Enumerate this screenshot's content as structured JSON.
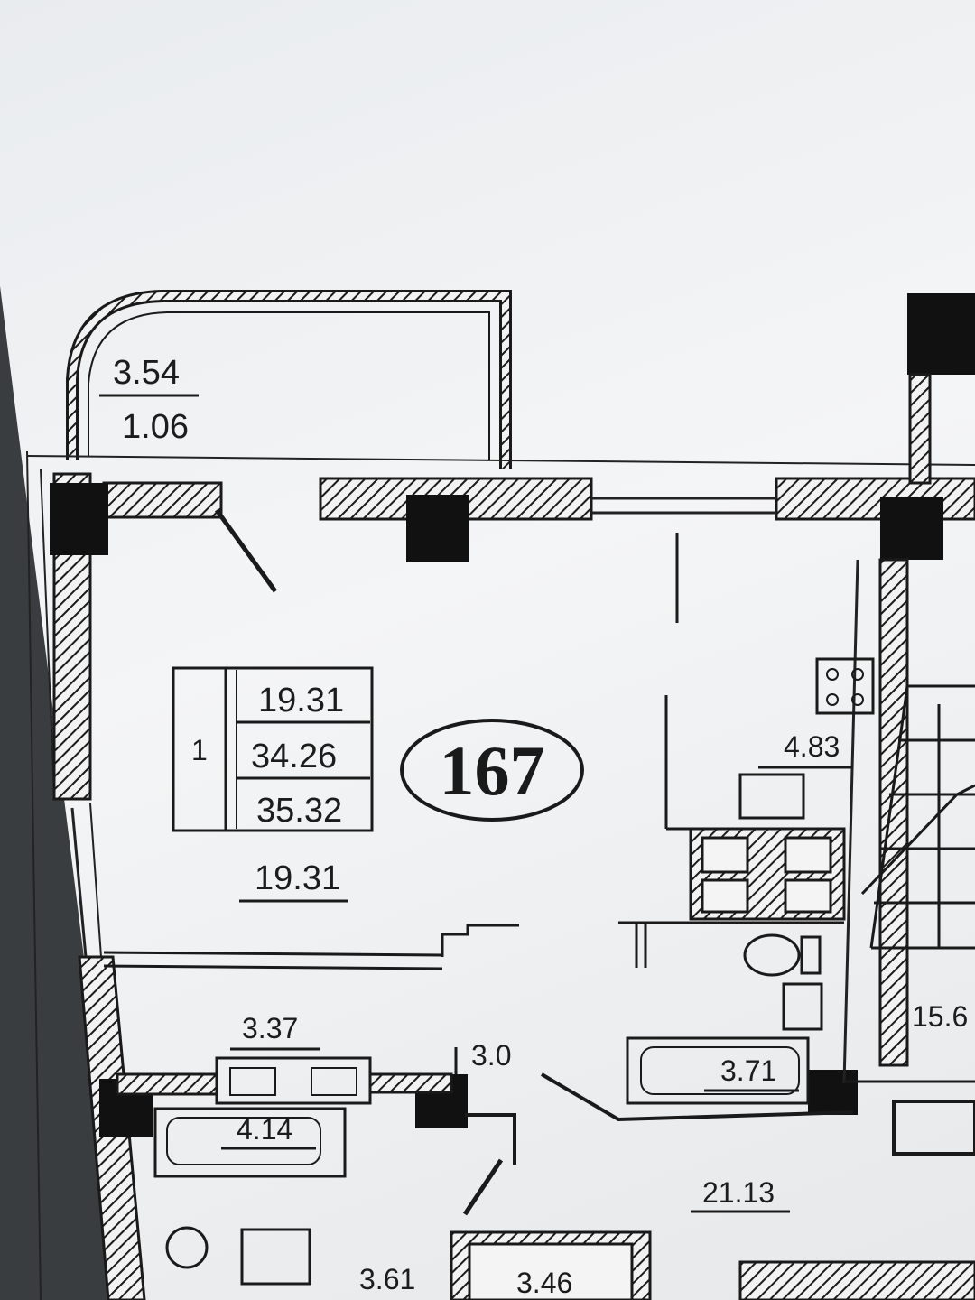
{
  "apartment": {
    "number": "167",
    "rooms": "1",
    "areas": {
      "living": "19.31",
      "total_without_balcony": "34.26",
      "total": "35.32"
    }
  },
  "rooms": {
    "balcony_full": "3.54",
    "balcony_reduced": "1.06",
    "living_room": "19.31",
    "kitchen": "4.83",
    "bathroom": "3.71",
    "corridor": "3.0",
    "neighbor_top": "3.37",
    "neighbor_bath": "4.14",
    "neighbor_right": "15.6",
    "lower_hall": "21.13",
    "lower_room_a": "3.61",
    "lower_room_b": "3.46"
  }
}
